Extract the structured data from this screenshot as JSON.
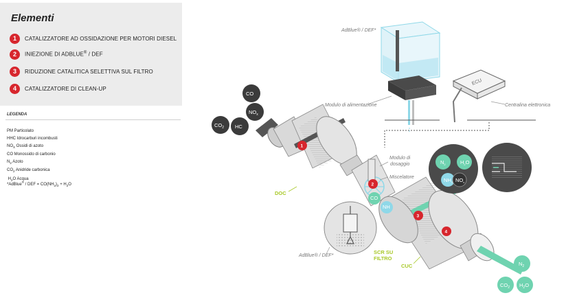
{
  "panel": {
    "title": "Elementi",
    "elements": [
      {
        "num": "1",
        "label": "CATALIZZATORE AD OSSIDAZIONE PER MOTORI DIESEL"
      },
      {
        "num": "2",
        "label_a": "INIEZIONE DI ADBLUE",
        "label_sup": "®",
        "label_b": " / DEF"
      },
      {
        "num": "3",
        "label": "RIDUZIONE CATALITICA SELETTIVA SUL FILTRO"
      },
      {
        "num": "4",
        "label": "CATALIZZATORE DI CLEAN-UP"
      }
    ]
  },
  "legend": {
    "title": "LEGENDA",
    "pm": "PM Particolato",
    "hhc": "HHC Idrocarburi incombusti",
    "nox_a": "NO",
    "nox_sub": "X",
    "nox_b": " Ossidi di azoto",
    "co": "CO Monossido di carbonio",
    "n2_a": "N",
    "n2_sub": "2",
    "n2_b": " Azoto",
    "co2_a": "CO",
    "co2_sub": "2",
    "co2_b": " Anidride carbonica",
    "h2o_a": "H",
    "h2o_sub": "2",
    "h2o_b": "O Acqua",
    "foot_a": "*AdBlue",
    "foot_sup": "®",
    "foot_b": " / DEF = CO(NH",
    "foot_sub1": "2",
    "foot_c": ")",
    "foot_sub2": "2",
    "foot_d": " + H",
    "foot_sub3": "2",
    "foot_e": "O"
  },
  "diagram": {
    "adblue_top": "AdBlue® / DEF*",
    "adblue_bottom": "AdBlue® / DEF*",
    "supply_module": "Modulo di alimentazione",
    "ecu_box": "ECU",
    "ecu_label": "Centralina elettronica",
    "dosing_a": "Modulo di",
    "dosing_b": "dosaggio",
    "mixer": "Miscelatore",
    "doc": "DOC",
    "scr_a": "SCR SU",
    "scr_b": "FILTRO",
    "cuc": "CUC",
    "inlet": {
      "co": "CO",
      "nox": "NO",
      "nox_sub": "x",
      "co2": "CO",
      "co2_sub": "2",
      "hc": "HC"
    },
    "inset": {
      "n2": "N",
      "n2_sub": "2",
      "h2o": "H",
      "h2o_sub": "2",
      "h2o_o": "O",
      "nh3": "NH",
      "nh3_sub": "3",
      "nox": "NO",
      "nox_sub": "x"
    },
    "pipe": {
      "co2": "CO",
      "nh": "NH"
    },
    "outlet": {
      "n2": "N",
      "n2_sub": "2",
      "co2": "CO",
      "co2_sub": "2",
      "h2o": "H",
      "h2o_sub": "2",
      "h2o_o": "O"
    },
    "badges": [
      "1",
      "2",
      "3",
      "4"
    ]
  },
  "colors": {
    "accent_red": "#d7262d",
    "label_green": "#a9c92a",
    "mint": "#6fd3b0",
    "aqua": "#8fd8e8",
    "dark": "#3b3b3b"
  }
}
